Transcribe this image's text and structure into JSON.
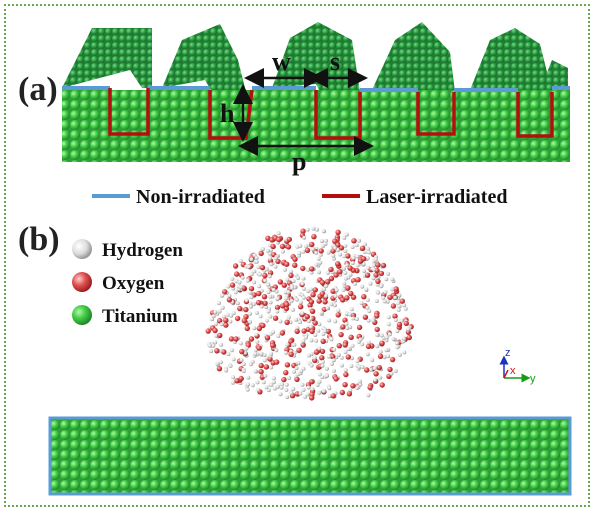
{
  "panel_a": {
    "label": "(a)",
    "dimensions": {
      "w": "w",
      "s": "s",
      "h": "h",
      "p": "p"
    },
    "legend": [
      {
        "label": "Non-irradiated",
        "color": "#5b9bd5"
      },
      {
        "label": "Laser-irradiated",
        "color": "#b40f0f"
      }
    ]
  },
  "panel_b": {
    "label": "(b)",
    "atoms": [
      {
        "label": "Hydrogen",
        "color": "#e8e8e8"
      },
      {
        "label": "Oxygen",
        "color": "#e05252"
      },
      {
        "label": "Titanium",
        "color": "#33cc33"
      }
    ],
    "axes": {
      "z": "z",
      "x": "x",
      "y": "y"
    }
  },
  "colors": {
    "titanium": "#3fc94a",
    "pillar": "#2e9b45",
    "frame": "#6aa84f",
    "box": "#5b9bd5"
  }
}
